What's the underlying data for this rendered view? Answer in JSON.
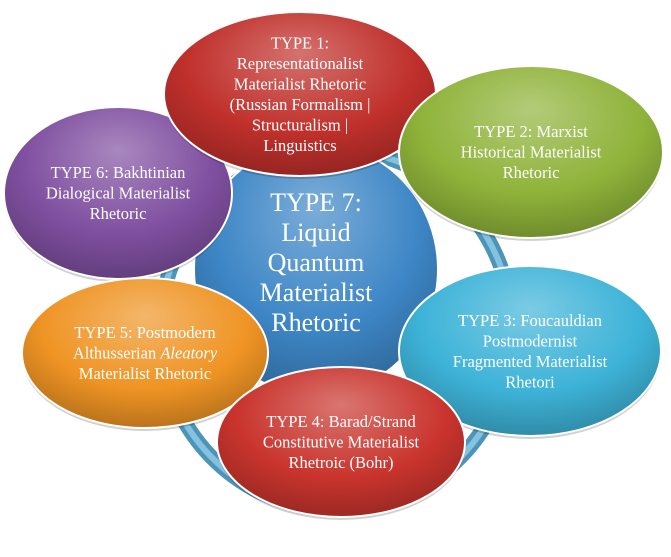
{
  "center": {
    "lines": [
      "TYPE 7:",
      "Liquid",
      "Quantum",
      "Materialist",
      "Rhetoric"
    ],
    "color": "#3d86c6"
  },
  "ring_color": "#5aaed6",
  "nodes": [
    {
      "id": "type-1",
      "lines": [
        "TYPE 1:",
        "Representationalist",
        "Materialist Rhetoric",
        "(Russian Formalism |",
        "Structuralism |",
        "Linguistics"
      ],
      "color": "#c0302b"
    },
    {
      "id": "type-2",
      "lines": [
        "TYPE 2: Marxist",
        "Historical Materialist",
        "Rhetoric"
      ],
      "color": "#8fb33a"
    },
    {
      "id": "type-3",
      "lines": [
        "TYPE 3: Foucauldian",
        "Postmodernist",
        "Fragmented Materialist",
        "Rhetori"
      ],
      "color": "#3db3d8"
    },
    {
      "id": "type-4",
      "lines": [
        "TYPE 4: Barad/Strand",
        "Constitutive Materialist",
        "Rhetroic (Bohr)"
      ],
      "color": "#c9342d"
    },
    {
      "id": "type-5",
      "lines": [
        "TYPE 5: Postmodern",
        "Althusserian |Aleatory|",
        "Materialist Rhetoric"
      ],
      "color": "#ef9424"
    },
    {
      "id": "type-6",
      "lines": [
        "TYPE 6: Bakhtinian",
        "Dialogical Materialist",
        "Rhetoric"
      ],
      "color": "#7f4fa0"
    }
  ]
}
